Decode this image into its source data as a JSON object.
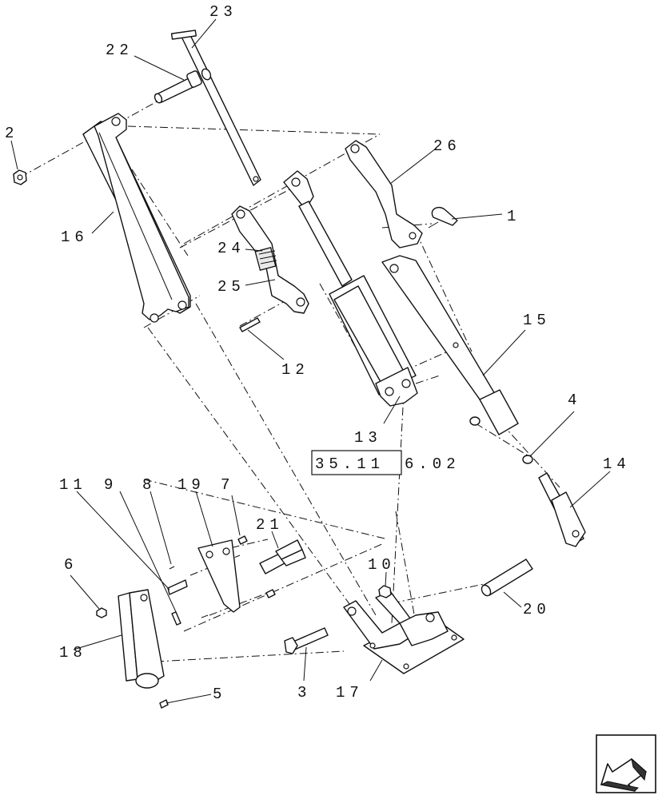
{
  "diagram": {
    "reference_code": "35.116.02",
    "reference_code_boxed": "35.11",
    "reference_code_rest": "6.02",
    "callouts": {
      "c1": "1",
      "c2": "2",
      "c3": "3",
      "c4": "4",
      "c5": "5",
      "c6": "6",
      "c7": "7",
      "c8": "8",
      "c9": "9",
      "c10": "10",
      "c11": "11",
      "c12": "12",
      "c13": "13",
      "c14": "14",
      "c15": "15",
      "c16": "16",
      "c17": "17",
      "c18": "18",
      "c19": "19",
      "c20": "20",
      "c21": "21",
      "c22": "22",
      "c23": "23",
      "c24": "24",
      "c25": "25",
      "c26": "26"
    },
    "nav_arrow_icon": "back-arrow-icon"
  }
}
